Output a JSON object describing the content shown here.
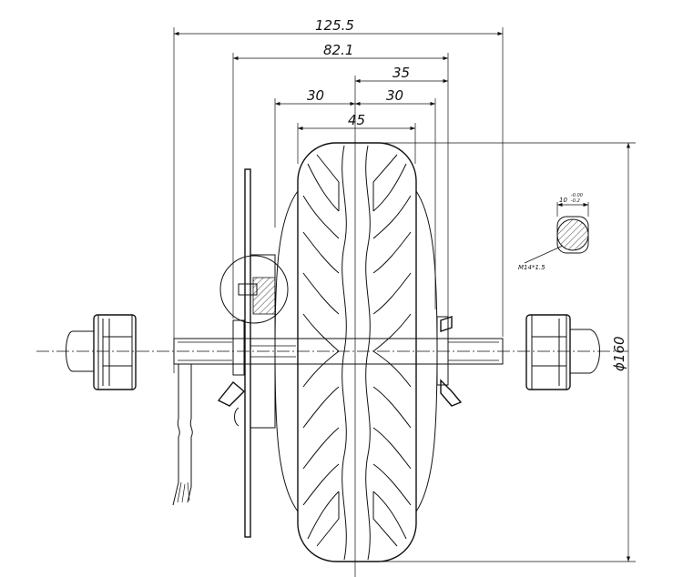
{
  "dimensions": {
    "overall_width": "125.5",
    "axle_span": "82.1",
    "right_offset": "35",
    "left_half": "30",
    "right_half": "30",
    "tire_width": "45",
    "diameter": "ϕ160"
  },
  "thread_detail": {
    "flat_width": "10",
    "tol_upper": "-0.00",
    "tol_lower": "-0.2",
    "thread_spec": "M14*1.5"
  }
}
